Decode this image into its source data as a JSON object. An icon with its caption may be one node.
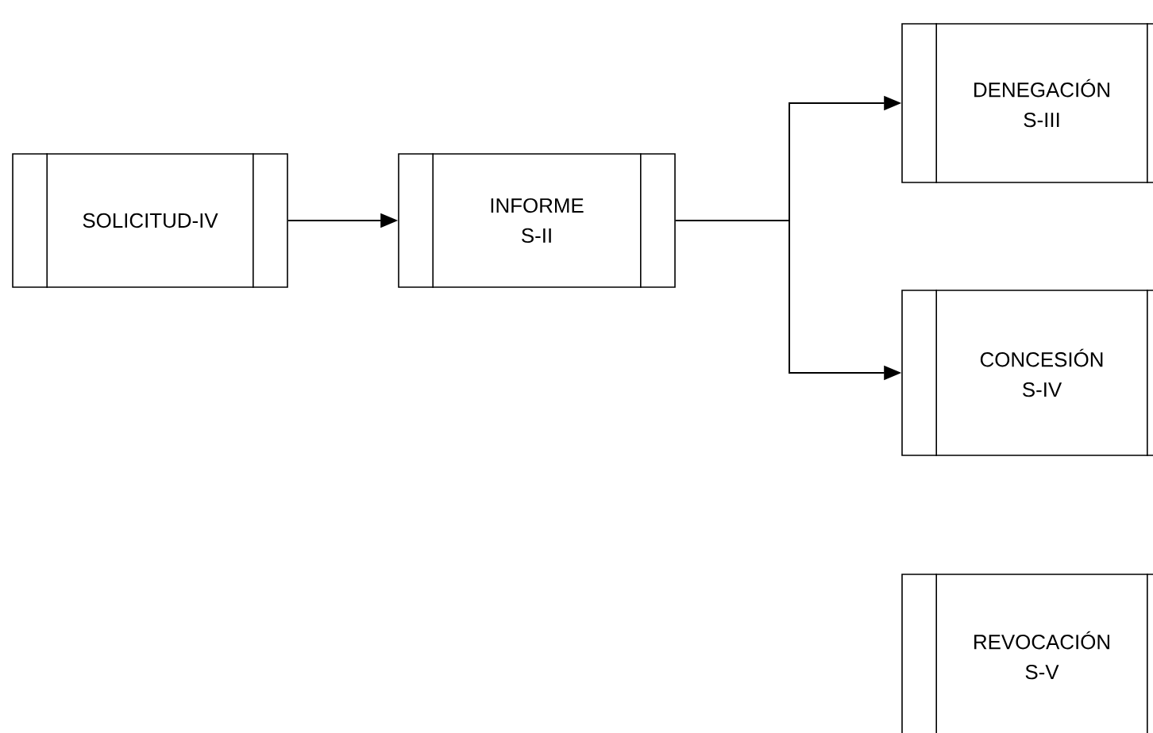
{
  "diagram": {
    "nodes": [
      {
        "text": [
          "SOLICITUD-IV"
        ]
      },
      {
        "text": [
          "INFORME",
          "S-II"
        ]
      },
      {
        "text": [
          "DENEGACIÓN",
          "S-III"
        ]
      },
      {
        "text": [
          "CONCESIÓN",
          "S-IV"
        ]
      },
      {
        "text": [
          "REVOCACIÓN",
          "S-V"
        ]
      }
    ],
    "edges": [
      {
        "from": 0,
        "to": 1,
        "arrow": "to"
      },
      {
        "from": 1,
        "to": 2,
        "arrow": "to"
      },
      {
        "from": 1,
        "to": 3,
        "arrow": "to"
      }
    ]
  }
}
